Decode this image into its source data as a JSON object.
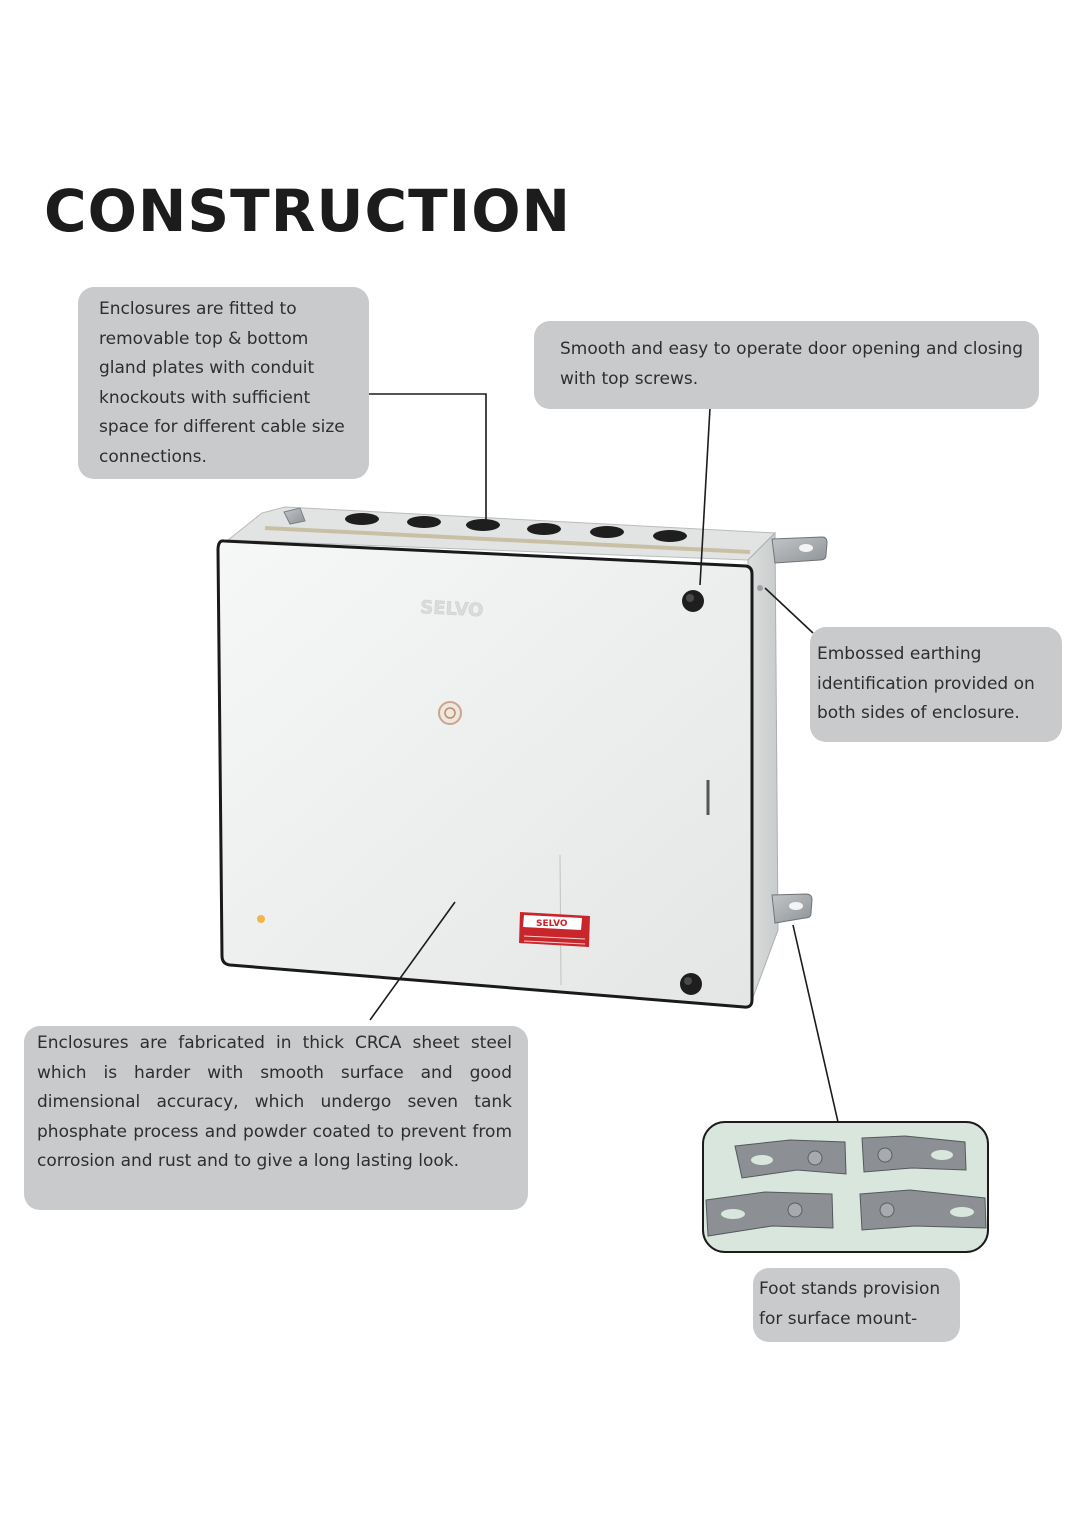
{
  "page": {
    "title": "CONSTRUCTION"
  },
  "callouts": {
    "gland_plates": "Enclosures are fitted to removable top & bottom gland plates with conduit knockouts with sufficient space for different cable size connections.",
    "door": "Smooth and easy to operate door opening and closing with top screws.",
    "earthing": "Embossed earthing identification provided on both sides of enclosure.",
    "sheet_steel": "Enclosures are fabricated in thick CRCA sheet steel which is harder with smooth surface and good dimensional accuracy, which undergo seven tank phosphate process and powder coated to prevent from corrosion and rust and to give a long lasting look.",
    "foot_stands": "Foot stands provision for surface mount-"
  },
  "product": {
    "emboss_text": "SELVO",
    "label_brand": "SELVO"
  },
  "colors": {
    "callout_bg": "#c9cacc",
    "enclosure": "#eeefef",
    "label_red": "#c8262b",
    "inset_bg": "#d9e6dd"
  }
}
